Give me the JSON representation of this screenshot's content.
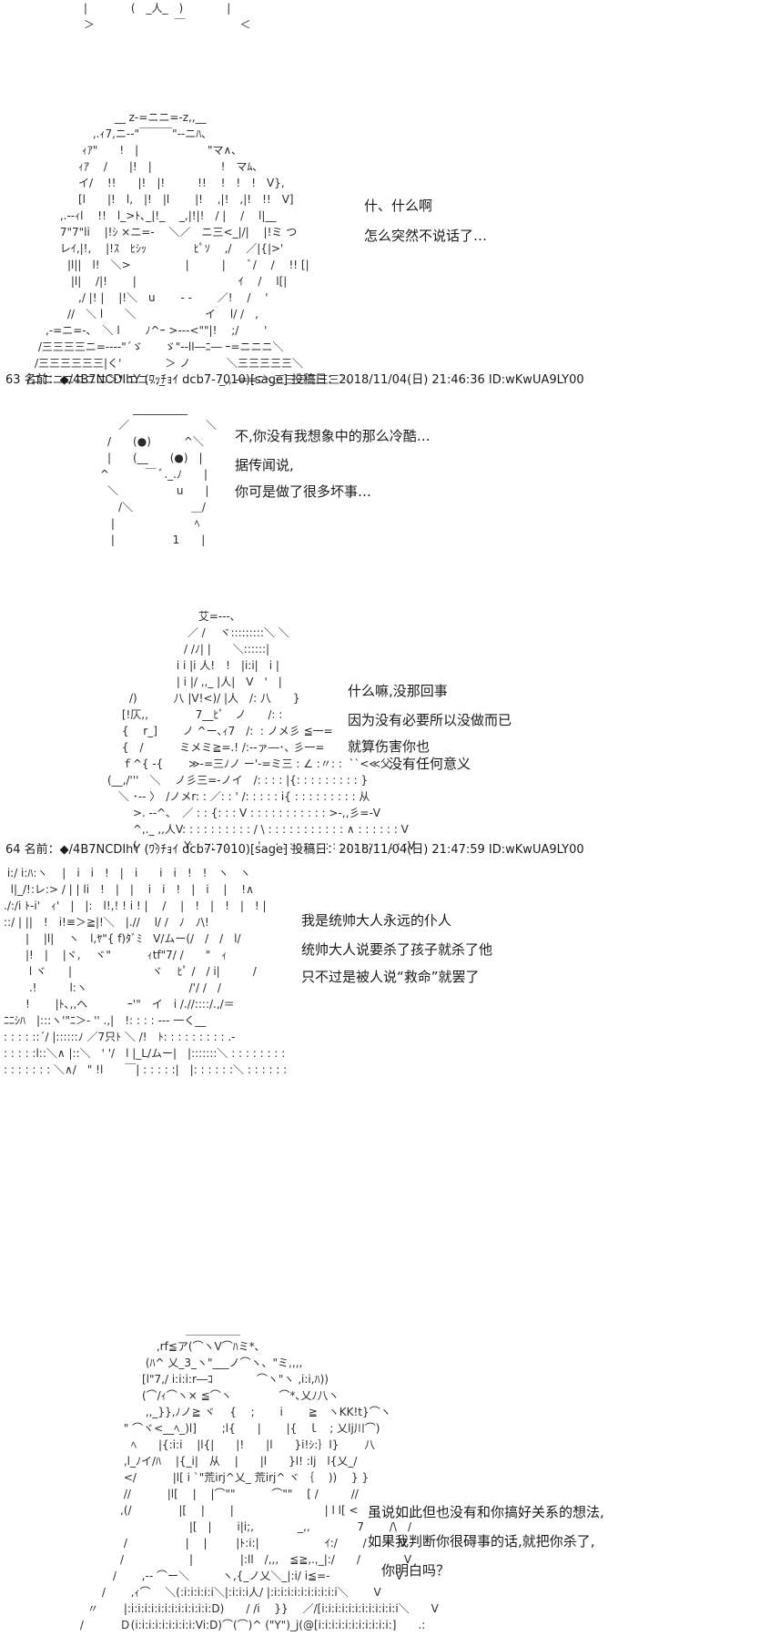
{
  "posts": [
    {
      "art": " |　　　　(　_人_　)　　　　|\n ＞　　　　　　　 ￣　　　　　＜",
      "lines": []
    },
    {
      "art": "　　　　　　　　　 __ z-=ニニ=-z,,__\n　　　　　　　 ,.ｨ7,ニ-‐\"￣￣￣\"‐-ニﾊ､\n　　　　　　 ｨｱ\"　　!　|　　　　　　 \"マ∧､\n　　　　　　ｨｱ　 /　　|!　|　　　　　　 !　マﾑ､\n　　　　　　イ/　 !!　　|!　|!　　　!!　 !　!　!　V},\n　　　　　　[l　　|!　l,　|!　|l　　 |!　 ,|!　,|!　!!　V]\n　　　　 ,.--ｨl　 !!　l_>ﾄ､_|!_　 _,|!|!　/ |　 /　 l|__\n　　　　 7\"7\"li　 |!ｼ ×ニ=-　 ＼／　ニ三<_|/|　 |!ミ つ\n　　　　 レｲ,|!,　 |!ｽ　ﾋｼｯ　　　　 ﾋﾟｿ 　,/ 　／|{|>'\n　　　　　|l||　l!　＼>　　　　　|　　　|　　ﾞ/　 / 　!! [|\n　　　　　 |l|　 /|!　 　|　　　　　　　　　 ｲ　 /　 l[|\n　　　　　　,/ |! |　 |!＼　u　　 ‐ ‐　　 ／! 　/　 '\n　　　　　//　＼ l　　＼　　　　　　 イ　 l/ /　,\n　　　,-=ニ=-､　＼ l　　 ﾉ^ｰ >---<\"\"|!　 ;/　　 '\n　　 /三三三三ニ=--‐‐\"´ゞ　　ゞ\"‐-ll―ﾆ― ｰ=ニニニ＼\n　　/三三三三三三|く'　　　　＞ ノ　　 　＼三三三三三＼\n　 /ニニニニニニニ＞\" ニニ-.,_　　　　　_,,.-==ﾆ＼三三三三三三＼",
      "lines": [
        "什、什么啊",
        "怎么突然不说话了…"
      ]
    },
    {
      "header": "63 名前：◆/4B7NCDIhY (ﾜｯﾁｮｲ dcb7-7010)[sage] 投稿日：2018/11/04(日) 21:46:36 ID:wKwUA9LY00",
      "art": "　　　　　　 __________\n　　　　　／　　　　　　　＼\n　　　　/　　(●)　　　^＼\n　　　　|　　(__　　(●)　|\n　　　 ^　　　 ￣ ﾞ._.ﾉ　　|\n　　　　＼　　　　　 u　　|\n　　　　　/＼　　　　　 ＿/\n　　　　 |　　　　　　　 ﾍ\n　　　　 |　　　　　 1　　|",
      "lines": [
        "不,你没有我想象中的那么冷酷…",
        "据传闻说,",
        "你可是做了很多坏事…"
      ]
    },
    {
      "art": "　　　　　　　　　　　　 艾=---､\n　　　　　　　　　　　 ／ /　 ヾ:::::::::＼ ＼\n　　　　　　　　　　　/ /ﾉ| |　　＼::::::|\n　　　　　　　　　　 i i |i 人!　!　|i:i|　i |\n　　　　　　　　　　 | i |/ ,,_ |人|　V　'　|\n　　　　　　/)　　　 八 |V!<)/ |人　/: 八　　}\n　　　　　 [!仄,,　　　　 7__ﾋﾟ　ノ　　/: :\n　　　　　 {　 r_]　　 ノ ^ー､ｨ7　/:  : ノメ彡 ≦一=\n　　　　　 {　/　　　 ミメミ≧=.! /:--ァ―･､ 彡一=\n　　　　　 ｆ^{ -{　　 ≫-=三ﾉノ ー'-=ミ三 : ∠ :〃: :  ``<≪父\n　　　　(__,/'''　＼　 ノ彡三=-ノイ　/: : : : |{: : : : : : : : : }\n　　　　　＼ ･-- 〉　/ノメr: : ／: : ' /: : : : : i{ : : : : : : : : : 从\n　　　　　　 >. --^､　／ : : {: : : V : : : : : : : : : : : >-,,彡=-V\n　　　　　　 ^,._ ,,人V: : : : : : : : : : / \\ : : : : : : : : : : : ∧ : : : : : : V\n　　　　　　 (　 丶　　Y: : : : : : :　　'　 : : : : : : : : : : : : : : : : : : :V",
      "lines": [
        "什么嘛,没那回事",
        "因为没有必要所以没做而已",
        "就算伤害你也",
        "　　　没有任何意义"
      ]
    },
    {
      "header": "64 名前：◆/4B7NCDIhY (ﾜｯﾁｮｲ dcb7-7010)[sage] 投稿日：2018/11/04(日) 21:47:59 ID:wKwUA9LY00",
      "art": " i:/ i:ﾊ:ヽ　 |　i　i　!　|　i　　i　i　!　!　ヽ　ヽ\n  l|_/!:レ:> / | | li　!　|　|　 i　i　!　|　i　 |　 !∧\n./:/i ﾄ-i'　ｨ'　|　|:　l!,! ! i ! |　 /　 |　!　|　!　|　! |\n::/ | ||　!　i!≡＞≧|!＼　|.//　 l/ /　ﾉ　ﾉ\\!\n　　|　 |l|　 ヽ　l,ﾔ\"{ f)ﾀﾞﾐ　V/ムー(/　/　/　l/\n　　|!　|　 |ヾ,　 ヾ\"　　　 ｨtf\"7/ /　　\"　ｨ\n　　 l ヾ　　|　　　　　　　 ヾ　 ﾋﾟ /　/ i|　　　/\n　　 .!　　　l:ヽ　　　　　　　　　 /'/ /　/\n　　!　　 |ﾄ､,,ヘ　　　  ｰ'\"　イ　i /.//::::/.,/＝\nﾆﾆｼﾊ　|:::ヽ'\"ﾆ＞- '' .,|　!: : : : --- 一く__\n: : : : ::´/ |::::::ﾉ ／7只ﾄ ＼ /!　ﾄ: : : : : : : : : .-\n: : : : :l::＼∧ |::＼　' '/　l |_L/ムー|　|:::::::＼ : : : : : : : :\n: : : : : : : ＼∧/　\" !l　　￣| : : : : :|　|: : : : : :＼ : : : : : :",
      "lines": [
        "我是统帅大人永远的仆人",
        "统帅大人说要杀了孩子就杀了他",
        "只不过是被人说“救命”就罢了"
      ]
    },
    {
      "art": "　　　　　　　　　　　　＿＿＿＿＿\n　　　　　　　　　 ,rf≦ア(⌒ヽV⌒ﾊミ*､\n　　　　　　　　 (ﾊ^ 乂_3_ヽ\"___ノ⌒ヽ、\"ミ,,,,\n　　　　　　　　[l\"7,/ i:i:i:r―ｺ　　　　⌒ヽ\"ヽ ,i:i,ﾊ))\n　　　　　　　　(⌒/ｨ⌒ヽ× ≦⌒ヽ　　　　 ⌒*､乂ﾉ八ヽ\n　　　　　　　　 ,,_}},ﾉノ≧ ヾ　 {　 ;　　 i　　 ≧　ヽKK!t}⌒ヽ\n　　　　　　 \" ⌒ヾ<__ﾍ_)l]　　 ;l{　　|　　 |{　ｌ　; 乂lj川⌒)\n　　　　　　　ﾍ　　|{:i:i　 |l{|　　|!　　|l　　}i!ｼ:｝l}　　 八\n　　　　　　 ,l_ﾉイ/ﾊ　 |{_i|　从　 |　　|l　　}l! :lj　l{乂_/\n　　　　　　 </　　　 |l[ i `\"荒irj^乂_ 荒irj^ ヾ ｛　 ))　 } }\n　　　　　　 //　　　 |l[　 |　 |⌒\"\"　　　 ⌒\"\"　 [ /　　　//\n　　　　　　,(/　　　　 |[　 |　　 |　　　　　　　　 | l l[ <\n　　　　　　　　　　　　 |[　|　　 i|i;,　　　　_,,　　　　 7　　 /\\　/\n　　　　　　 /　　　　　 |　 |　 　 |ﾄ:i:|　　　　　　ｲ:/　　 /　　　V\n　　　　　　/　　　　　　|　　　　 |:ll　/,,,　≦≧,.,_|:/　　/　　　　V\n　　　　　 /　　 ,-- ⌒ー＼　　　ヽ,{_ノ乂＼_|:i/ i≦=-　　　　　　V\n　　　　 /　　 ,ｨ⌒　 ＼(:i:i:i:i:i＼|:i:i:i人/ |:i:i:i:i:i:i:i:i:i:i＼　　 V\n　　　〃　　 |:i:i:i:i:i:i:i:i:i:i:i:i:D)　　/ /i　 }}　 ／/[i:i:i:i:i:i:i:i:i:i:i:i＼　　V\n　　 /　　　 Ｄ(i:i:i:i:i:i:i:i:i:Vi:D)⌒(⌒)^ (\"Y\")_j(@[i:i:i:i:i:i:i:i:i:i:i:]　　.:",
      "lines": [
        "虽说如此但也没有和你搞好关系的想法,",
        "如果我判断你很碍事的话,就把你杀了,",
        "　你明白吗？"
      ]
    }
  ]
}
